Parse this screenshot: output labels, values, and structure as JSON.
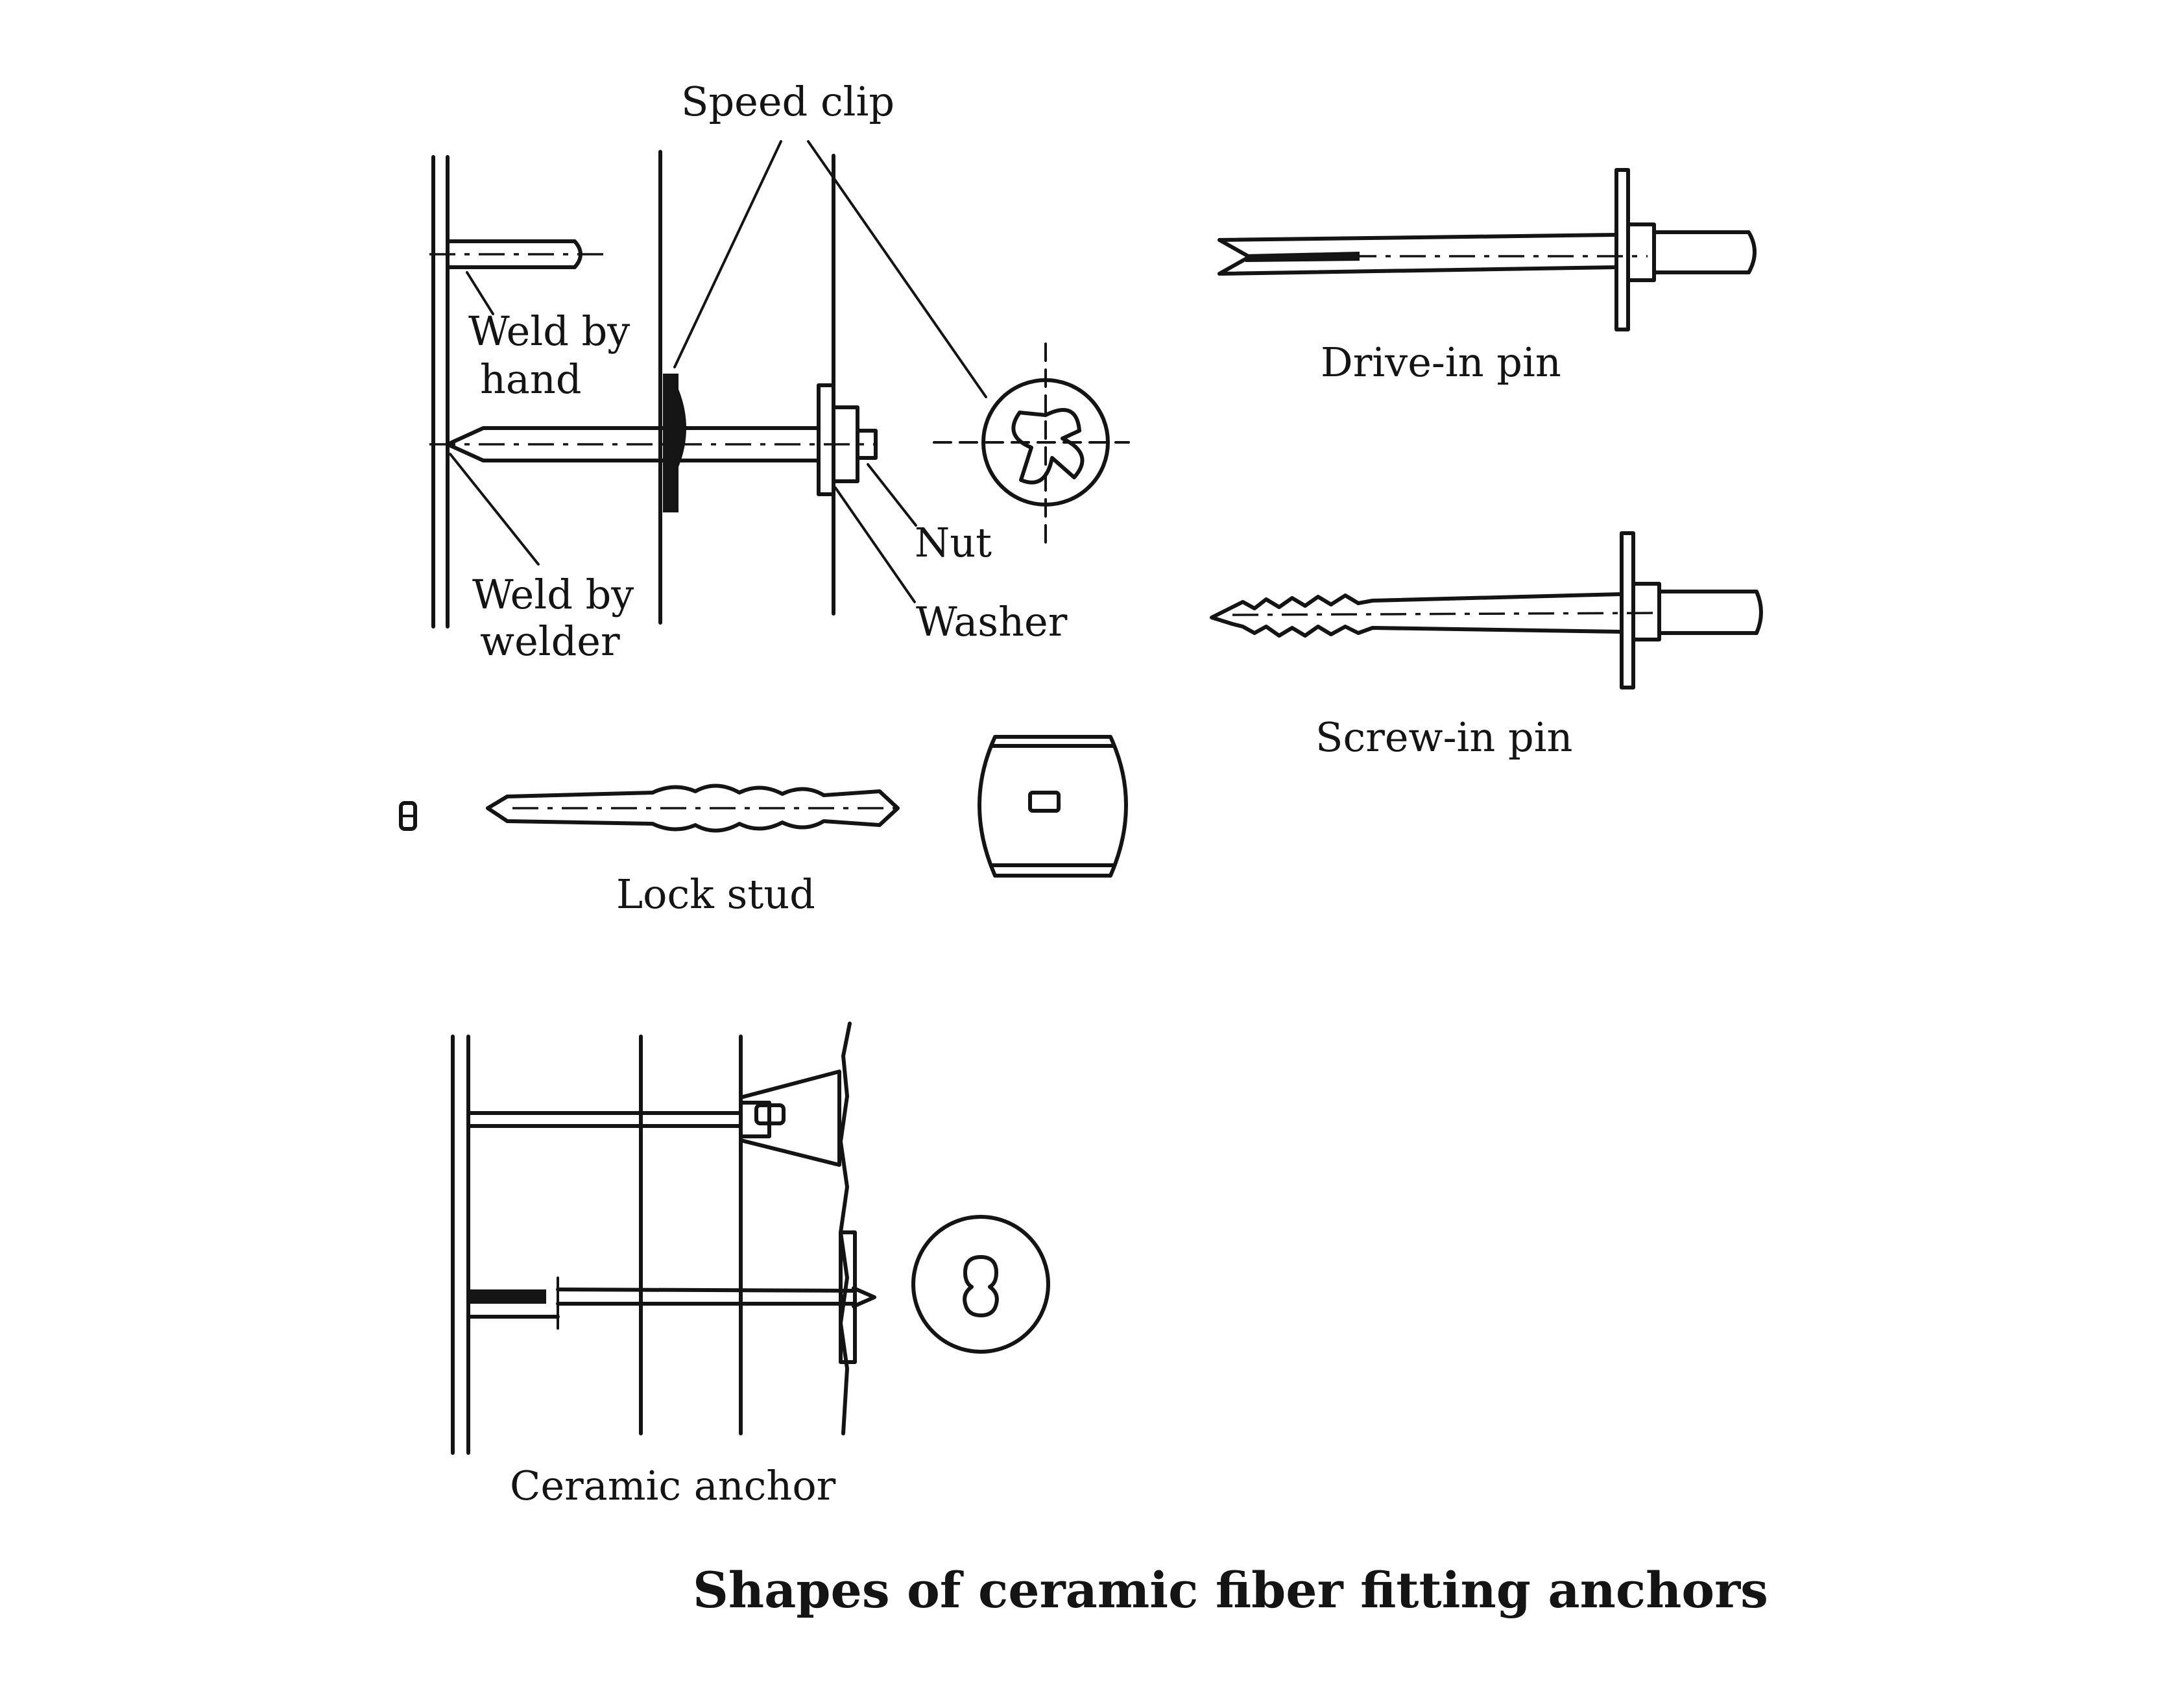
{
  "labels": {
    "speed_clip": "Speed clip",
    "weld_by_hand_line1": "Weld by",
    "weld_by_hand_line2": "hand",
    "weld_by_welder_line1": "Weld by",
    "weld_by_welder_line2": "welder",
    "nut": "Nut",
    "washer": "Washer",
    "drive_in_pin": "Drive-in pin",
    "screw_in_pin": "Screw-in pin",
    "lock_stud": "Lock stud",
    "ceramic_anchor": "Ceramic anchor"
  },
  "caption": "Shapes of ceramic fiber fitting anchors"
}
